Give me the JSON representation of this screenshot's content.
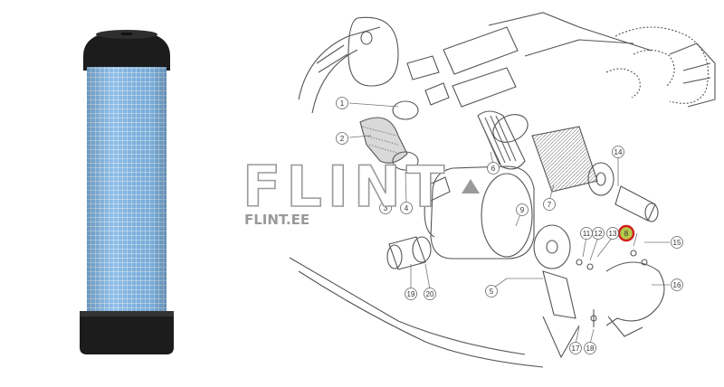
{
  "watermark": {
    "brand": "FLINT",
    "domain": "FLINT.EE"
  },
  "callouts": [
    {
      "label": "1"
    },
    {
      "label": "2"
    },
    {
      "label": "3"
    },
    {
      "label": "4"
    },
    {
      "label": "5"
    },
    {
      "label": "6"
    },
    {
      "label": "7"
    },
    {
      "label": "8",
      "highlighted": true
    },
    {
      "label": "9"
    },
    {
      "label": "11"
    },
    {
      "label": "12"
    },
    {
      "label": "13"
    },
    {
      "label": "14"
    },
    {
      "label": "15"
    },
    {
      "label": "16"
    },
    {
      "label": "17"
    },
    {
      "label": "18"
    },
    {
      "label": "19"
    },
    {
      "label": "20"
    }
  ],
  "colors": {
    "filter_media": "#7fb6e6",
    "filter_cap": "#1c1c1c",
    "highlight_ring": "#d21f1f",
    "highlight_fill": "#b5c94a",
    "line_art": "#555555",
    "watermark": "#9a9a9a"
  }
}
